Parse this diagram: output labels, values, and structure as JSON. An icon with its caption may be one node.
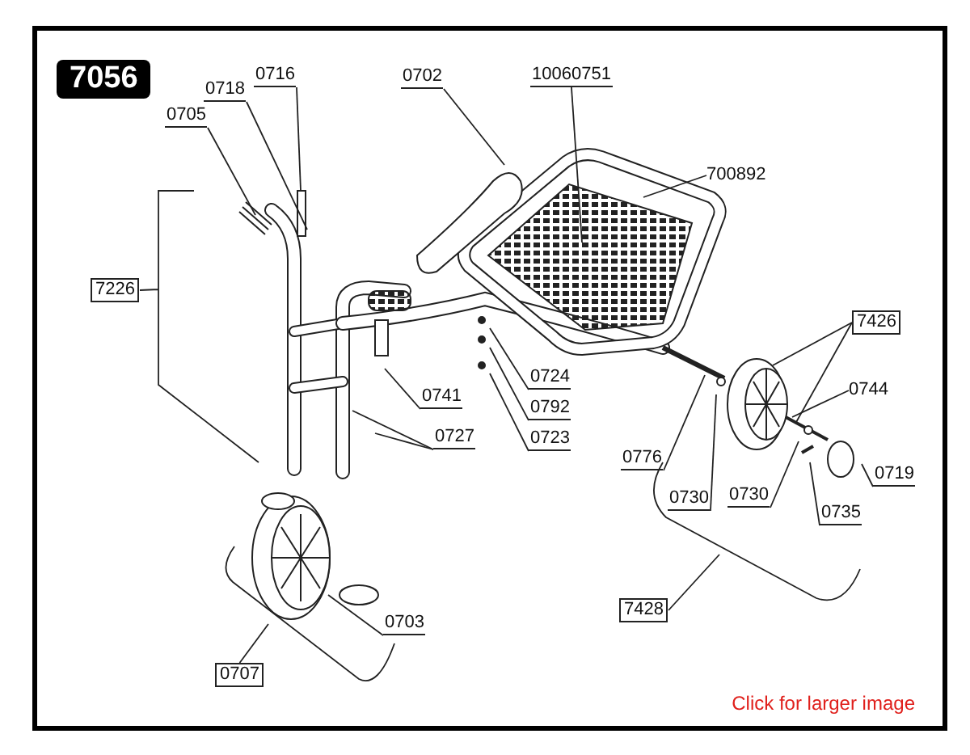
{
  "diagram": {
    "nodes": [
      {
        "text": [
          "7056"
        ]
      },
      {
        "text": [
          "0716"
        ]
      },
      {
        "text": [
          "0718"
        ]
      },
      {
        "text": [
          "0705"
        ]
      },
      {
        "text": [
          "0702"
        ]
      },
      {
        "text": [
          "10060751"
        ]
      },
      {
        "text": [
          "700892"
        ]
      },
      {
        "text": [
          "7226"
        ]
      },
      {
        "text": [
          "0741"
        ]
      },
      {
        "text": [
          "0724"
        ]
      },
      {
        "text": [
          "0792"
        ]
      },
      {
        "text": [
          "0723"
        ]
      },
      {
        "text": [
          "0727"
        ]
      },
      {
        "text": [
          "7426"
        ]
      },
      {
        "text": [
          "0744"
        ]
      },
      {
        "text": [
          "0776"
        ]
      },
      {
        "text": [
          "0730"
        ]
      },
      {
        "text": [
          "0730"
        ]
      },
      {
        "text": [
          "0719"
        ]
      },
      {
        "text": [
          "0735"
        ]
      },
      {
        "text": [
          "0703"
        ]
      },
      {
        "text": [
          "7428"
        ]
      },
      {
        "text": [
          "0707"
        ]
      }
    ],
    "edges": [
      {
        "from": 1,
        "to": null,
        "arrow": "none"
      },
      {
        "from": 2,
        "to": null,
        "arrow": "none"
      },
      {
        "from": 3,
        "to": null,
        "arrow": "none"
      },
      {
        "from": 4,
        "to": null,
        "arrow": "none"
      },
      {
        "from": 5,
        "to": null,
        "arrow": "none"
      },
      {
        "from": 6,
        "to": null,
        "arrow": "none"
      },
      {
        "from": 7,
        "to": null,
        "arrow": "none"
      },
      {
        "from": 8,
        "to": null,
        "arrow": "none"
      },
      {
        "from": 9,
        "to": null,
        "arrow": "none"
      },
      {
        "from": 10,
        "to": null,
        "arrow": "none"
      },
      {
        "from": 11,
        "to": null,
        "arrow": "none"
      },
      {
        "from": 12,
        "to": null,
        "arrow": "none"
      },
      {
        "from": 12,
        "to": null,
        "arrow": "none"
      },
      {
        "from": 13,
        "to": null,
        "arrow": "none"
      },
      {
        "from": 13,
        "to": null,
        "arrow": "none"
      },
      {
        "from": 14,
        "to": null,
        "arrow": "none"
      },
      {
        "from": 15,
        "to": null,
        "arrow": "none"
      },
      {
        "from": 16,
        "to": null,
        "arrow": "none"
      },
      {
        "from": 17,
        "to": null,
        "arrow": "none"
      },
      {
        "from": 18,
        "to": null,
        "arrow": "none"
      },
      {
        "from": 19,
        "to": null,
        "arrow": "none"
      },
      {
        "from": 20,
        "to": null,
        "arrow": "none"
      },
      {
        "from": 21,
        "to": null,
        "arrow": "none"
      },
      {
        "from": 22,
        "to": null,
        "arrow": "none"
      }
    ],
    "labels": [
      "Click for larger image"
    ]
  }
}
